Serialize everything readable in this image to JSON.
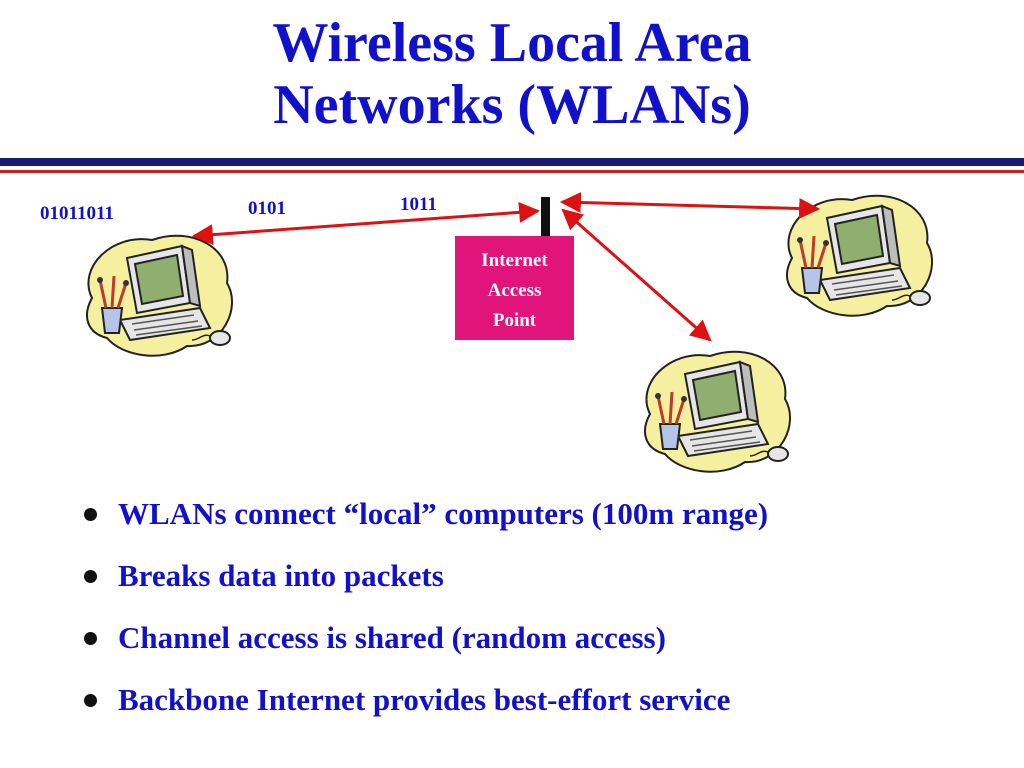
{
  "slide": {
    "title_line1": "Wireless Local Area",
    "title_line2": "Networks (WLANs)"
  },
  "diagram": {
    "bit_labels": [
      "01011011",
      "0101",
      "1011"
    ],
    "access_point": {
      "lines": [
        "Internet",
        "Access",
        "Point"
      ]
    },
    "computers": [
      "computer-left",
      "computer-top-right",
      "computer-bottom-right"
    ],
    "colors": {
      "link_arrow": "#dd1111",
      "access_point_fill": "#e0147a",
      "title_text": "#1111cc",
      "blob": "#f5f0a0"
    }
  },
  "bullets": [
    "WLANs connect “local” computers (100m range)",
    "Breaks data into packets",
    "Channel access is shared (random access)",
    "Backbone Internet provides best-effort service"
  ]
}
